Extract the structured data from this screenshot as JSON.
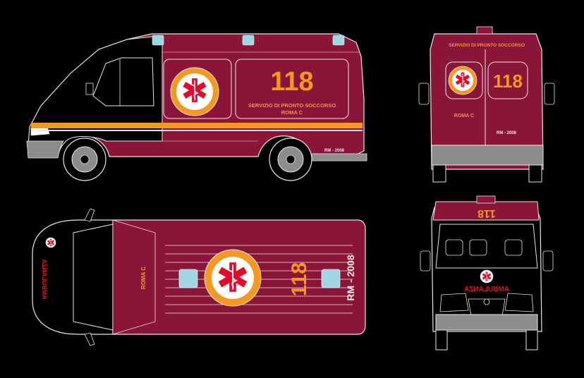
{
  "colors": {
    "background": "#000000",
    "body": "#8a1538",
    "body_dark": "#5e0d26",
    "orange": "#f39a1e",
    "outline": "#e8e8e8",
    "glass": "#9fd6e6",
    "grey": "#8c8c8c"
  },
  "side_view": {
    "number": "118",
    "service": "SERVIZIO DI PRONTO SOCCORSO",
    "city": "ROMA C",
    "plate": "RM - 2008"
  },
  "rear_view": {
    "service": "SERVIZIO DI PRONTO SOCCORSO",
    "number": "118",
    "city": "ROMA C",
    "plate": "RM - 2008"
  },
  "top_view": {
    "number": "118",
    "city": "ROMA C",
    "plate": "RM - 2008",
    "hood_word": "AMBULANZA"
  },
  "front_view": {
    "number": "118",
    "word": "AMBULANZA"
  },
  "icons": {
    "emblem": "star-of-life-icon"
  }
}
